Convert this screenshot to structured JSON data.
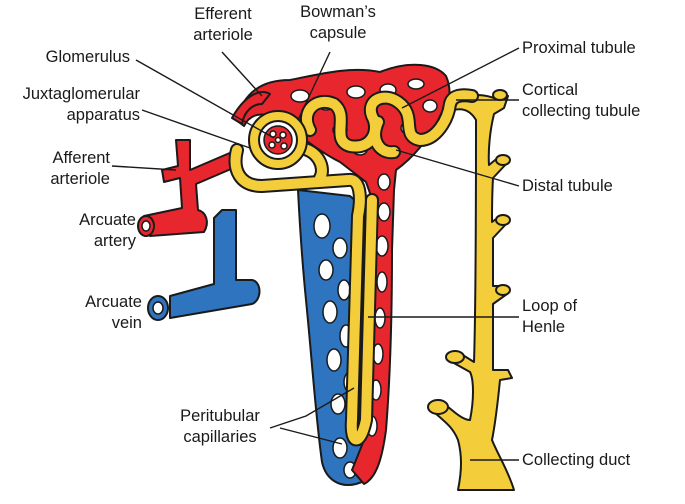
{
  "labels": {
    "efferent_arteriole": [
      "Efferent",
      "arteriole"
    ],
    "bowmans_capsule": [
      "Bowman’s",
      "capsule"
    ],
    "glomerulus": [
      "Glomerulus"
    ],
    "juxtaglomerular_apparatus": [
      "Juxtaglomerular",
      "apparatus"
    ],
    "afferent_arteriole": [
      "Afferent",
      "arteriole"
    ],
    "arcuate_artery": [
      "Arcuate",
      "artery"
    ],
    "arcuate_vein": [
      "Arcuate",
      "vein"
    ],
    "peritubular_capillaries": [
      "Peritubular",
      "capillaries"
    ],
    "proximal_tubule": [
      "Proximal tubule"
    ],
    "cortical_collecting_tubule": [
      "Cortical",
      "collecting tubule"
    ],
    "distal_tubule": [
      "Distal tubule"
    ],
    "loop_of_henle": [
      "Loop of",
      "Henle"
    ],
    "collecting_duct": [
      "Collecting duct"
    ]
  },
  "colors": {
    "artery": "#e8262d",
    "vein": "#2f74bf",
    "tubule": "#f4cd3a",
    "outline": "#1a1a1a"
  }
}
